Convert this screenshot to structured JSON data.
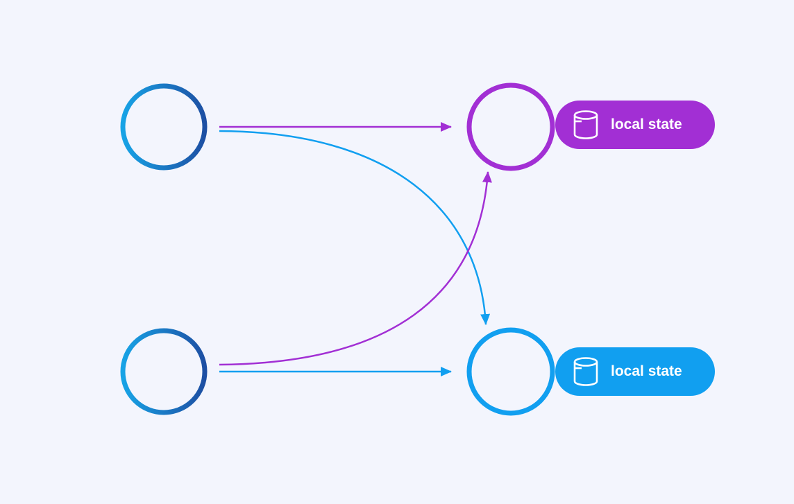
{
  "colors": {
    "background": "#f3f5fd",
    "purple": "#a22fd4",
    "blue": "#119ff0",
    "source_gradient_start": "#17a3e6",
    "source_gradient_end": "#1d4fa3"
  },
  "nodes": {
    "source_top": {
      "role": "source"
    },
    "source_bottom": {
      "role": "source"
    },
    "target_top": {
      "role": "target",
      "accent": "purple"
    },
    "target_bottom": {
      "role": "target",
      "accent": "blue"
    }
  },
  "edges": [
    {
      "from": "source_top",
      "to": "target_top",
      "color": "purple"
    },
    {
      "from": "source_top",
      "to": "target_bottom",
      "color": "blue"
    },
    {
      "from": "source_bottom",
      "to": "target_top",
      "color": "purple"
    },
    {
      "from": "source_bottom",
      "to": "target_bottom",
      "color": "blue"
    }
  ],
  "badges": {
    "top": {
      "icon": "database-icon",
      "label": "local state",
      "color": "#a22fd4"
    },
    "bottom": {
      "icon": "database-icon",
      "label": "local state",
      "color": "#119ff0"
    }
  }
}
